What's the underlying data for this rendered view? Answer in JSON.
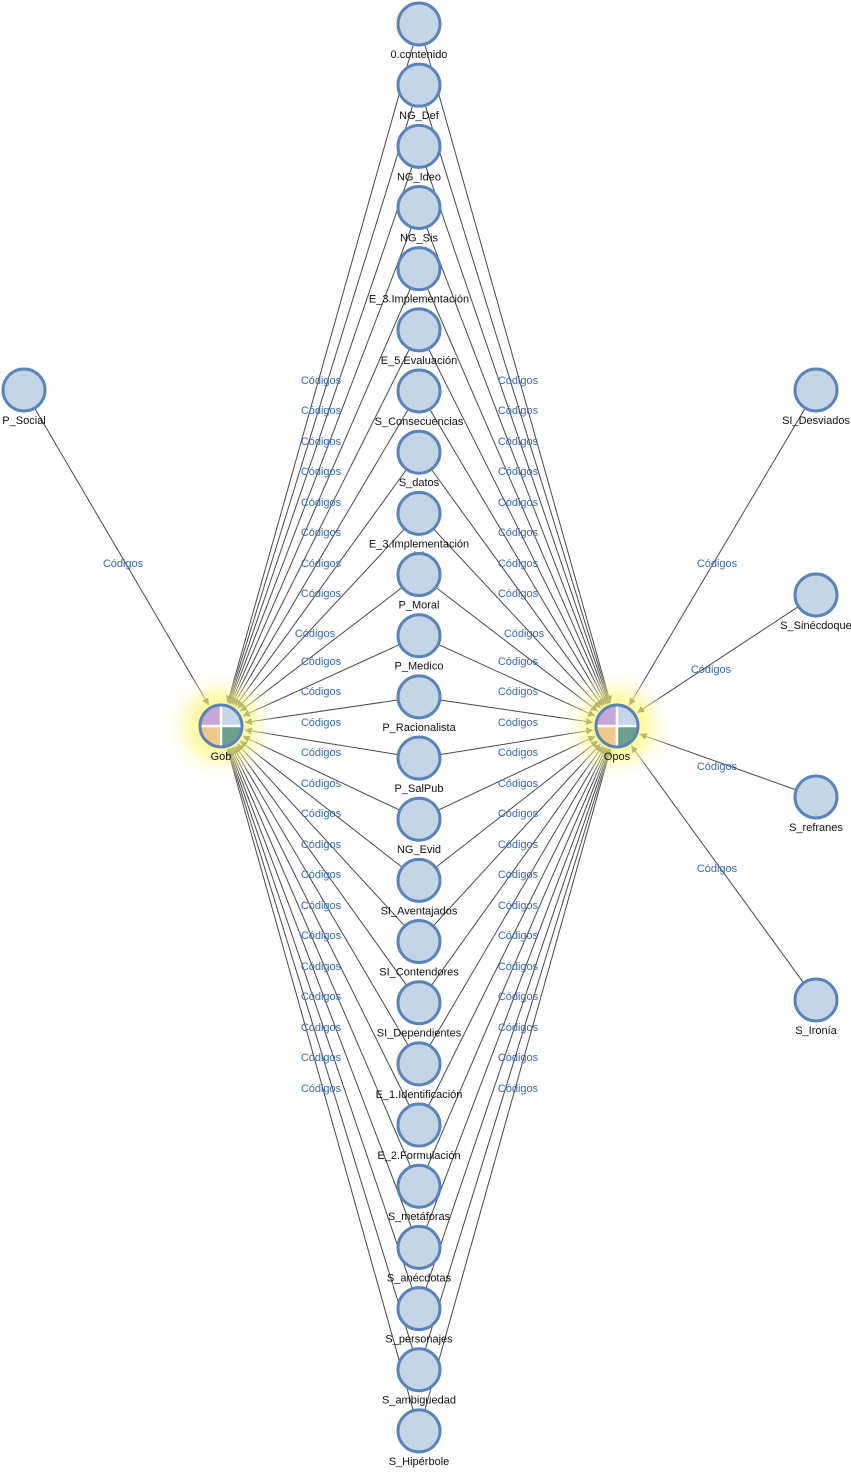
{
  "colors": {
    "node_fill": "#c5d5e8",
    "node_stroke": "#5a84b8",
    "edge": "#4a4a4a",
    "edge_label": "#3a6bb0",
    "hub_glow": "#fff64a",
    "hub_quadrants": [
      "#c5a8d8",
      "#c5d5e8",
      "#f0c88a",
      "#6e9e8c"
    ]
  },
  "edge_label": "Códigos",
  "hubs": [
    {
      "id": "gob",
      "label": "Gob"
    },
    {
      "id": "opos",
      "label": "Opos"
    }
  ],
  "center_nodes": [
    "0.contenido",
    "NG_Def",
    "NG_Ideo",
    "NG_Sis",
    "E_3.Implementación",
    "E_5.Evaluación",
    "S_Consecuencias",
    "S_datos",
    "E_3.Implementación\n(2)",
    "P_Moral",
    "P_Medico",
    "P_Racionalista",
    "P_SalPub",
    "NG_Evid",
    "SI_Aventajados",
    "SI_Contendores",
    "SI_Dependientes",
    "E_1.Identificación",
    "E_2.Formulación",
    "S_metáforas",
    "S_anécdotas",
    "S_personajes",
    "S_ambiguedad",
    "S_Hipérbole"
  ],
  "left_nodes": [
    {
      "label": "P_Social",
      "target": "gob"
    }
  ],
  "right_nodes": [
    {
      "label": "SI_Desviados",
      "target": "opos"
    },
    {
      "label": "S_Sinécdoque",
      "target": "opos"
    },
    {
      "label": "S_refranes",
      "target": "opos"
    },
    {
      "label": "S_Ironía",
      "target": "opos"
    }
  ]
}
